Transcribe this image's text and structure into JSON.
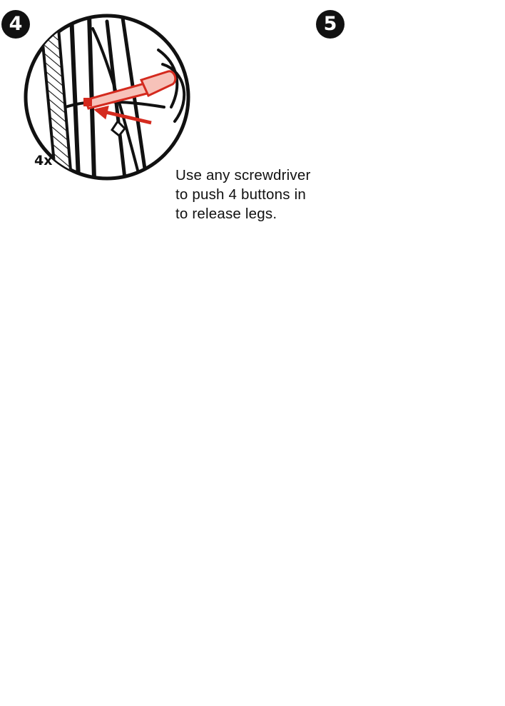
{
  "steps": [
    {
      "number": "4",
      "multiplier": "4x"
    },
    {
      "number": "5"
    }
  ],
  "instruction": {
    "lines": [
      "Use any screwdriver",
      "to push 4 buttons in",
      "to release legs."
    ]
  },
  "colors": {
    "line": "#111111",
    "accent": "#d42a1e",
    "accent_fill": "#fbd3ca",
    "hatch": "#111111",
    "grey_part": "#9a9a9a"
  },
  "icons": [
    "screwdriver-icon",
    "push-arrow-icon",
    "release-arrow-icon"
  ]
}
